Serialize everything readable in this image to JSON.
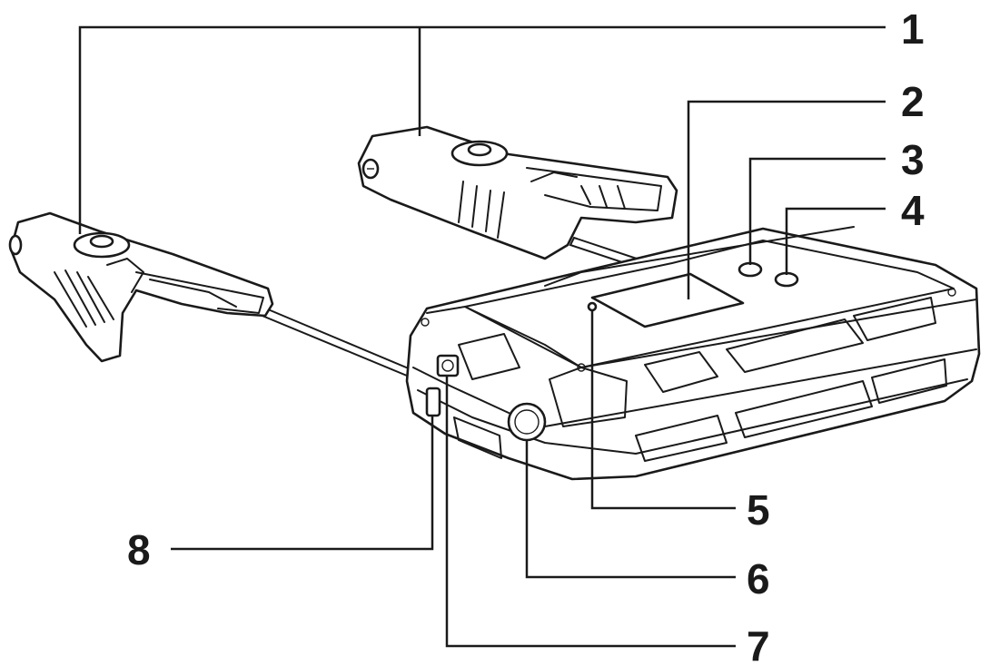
{
  "diagram": {
    "callouts": [
      {
        "number": "1",
        "target": "clamps"
      },
      {
        "number": "2",
        "target": "display-window"
      },
      {
        "number": "3",
        "target": "button-left"
      },
      {
        "number": "4",
        "target": "button-right"
      },
      {
        "number": "5",
        "target": "indicator-hole"
      },
      {
        "number": "6",
        "target": "round-port"
      },
      {
        "number": "7",
        "target": "square-port"
      },
      {
        "number": "8",
        "target": "side-port"
      }
    ]
  }
}
